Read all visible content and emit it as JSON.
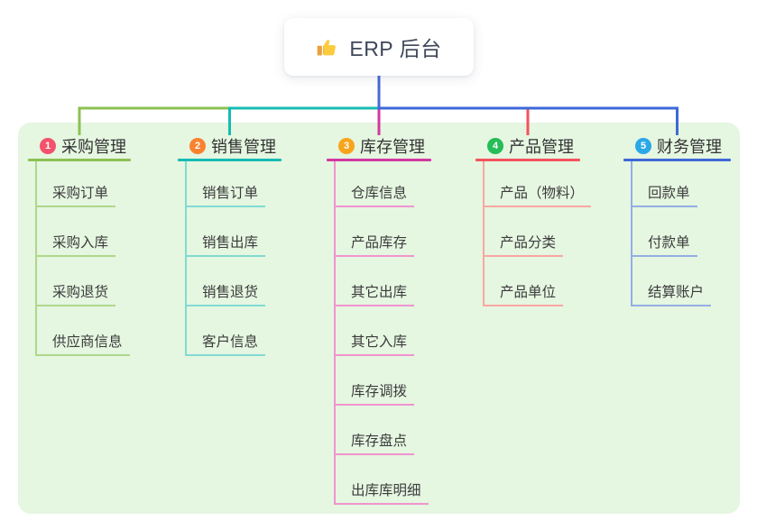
{
  "diagram": {
    "type": "mindmap",
    "root": {
      "icon": "thumbs-up-icon",
      "title": "ERP 后台"
    },
    "branches": [
      {
        "index": "1",
        "title": "采购管理",
        "badge_color": "#F4516C",
        "line_color": "#8CC152",
        "light_line_color": "#AFD78A",
        "children": [
          "采购订单",
          "采购入库",
          "采购退货",
          "供应商信息"
        ]
      },
      {
        "index": "2",
        "title": "销售管理",
        "badge_color": "#F9822F",
        "line_color": "#16BCB3",
        "light_line_color": "#82DBD2",
        "children": [
          "销售订单",
          "销售出库",
          "销售退货",
          "客户信息"
        ]
      },
      {
        "index": "3",
        "title": "库存管理",
        "badge_color": "#F7A51B",
        "line_color": "#D3389F",
        "light_line_color": "#F194CE",
        "children": [
          "仓库信息",
          "产品库存",
          "其它出库",
          "其它入库",
          "库存调拨",
          "库存盘点",
          "出库库明细"
        ]
      },
      {
        "index": "4",
        "title": "产品管理",
        "badge_color": "#25BD58",
        "line_color": "#F4525E",
        "light_line_color": "#F9A7A1",
        "children": [
          "产品（物料）",
          "产品分类",
          "产品单位"
        ]
      },
      {
        "index": "5",
        "title": "财务管理",
        "badge_color": "#2AA7E8",
        "line_color": "#3E68D8",
        "light_line_color": "#95AEE4",
        "children": [
          "回款单",
          "付款单",
          "结算账户"
        ]
      }
    ],
    "colors": {
      "root_stem": "#4668D9",
      "container_bg": "#E5F6E1",
      "root_text": "#3E4659",
      "node_text": "#3C3C3C"
    }
  }
}
